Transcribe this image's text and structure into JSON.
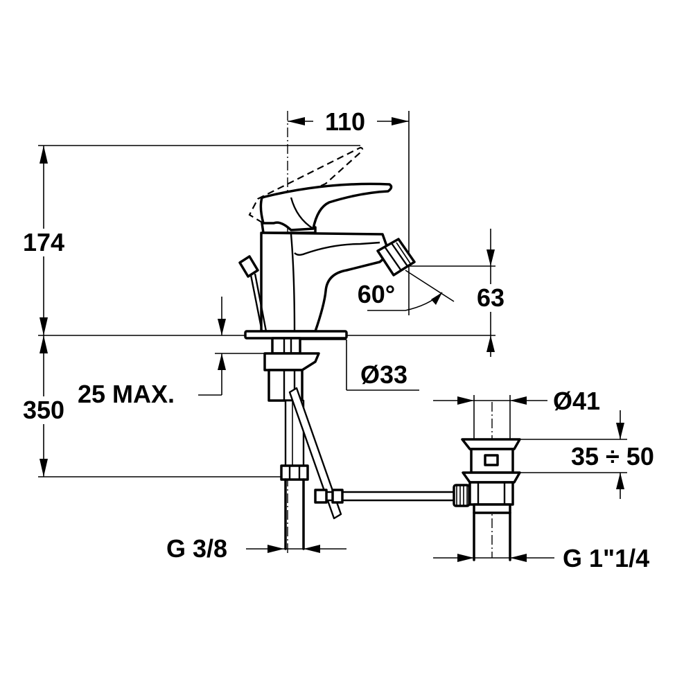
{
  "dimensions": {
    "width_110": "110",
    "height_174": "174",
    "spout_height_63": "63",
    "spout_angle": "60°",
    "hole_diameter": "Ø33",
    "max_thickness": "25 MAX.",
    "below_height": "350",
    "waste_diameter": "Ø41",
    "waste_range": "35 ÷ 50",
    "supply_thread": "G 3/8",
    "waste_thread": "G 1\"1/4"
  }
}
